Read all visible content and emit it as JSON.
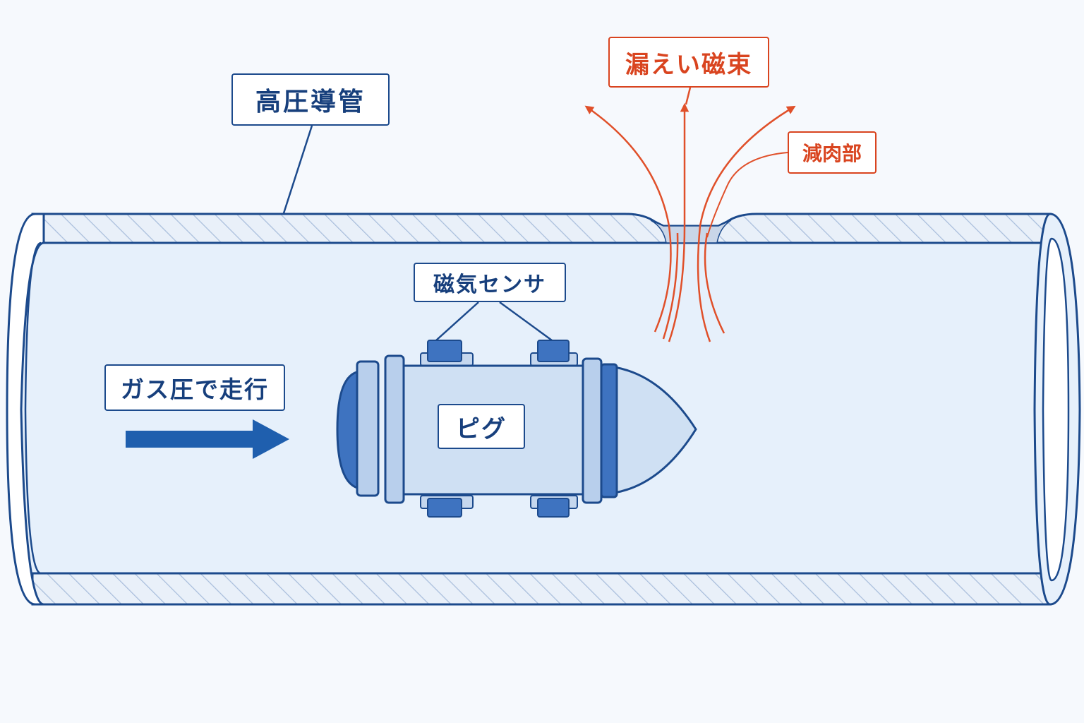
{
  "labels": {
    "pipe": "高圧導管",
    "leakage_flux": "漏えい磁束",
    "thinning": "減肉部",
    "sensor": "磁気センサ",
    "drive": "ガス圧で走行",
    "pig": "ピグ"
  },
  "colors": {
    "outline": "#1c4a8c",
    "pipe_fill": "#e6f0fb",
    "accent_blue": "#1f5fae",
    "flux_red": "#e0502a",
    "label_red": "#d9441f"
  },
  "icons": {
    "direction": "right-arrow-icon"
  }
}
